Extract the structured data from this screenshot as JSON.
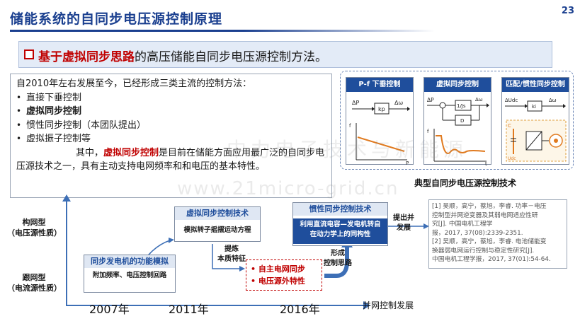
{
  "header": {
    "title": "储能系统的自同步电压源控制原理",
    "page_number": "23"
  },
  "banner": {
    "highlight": "基于虚拟同步思路",
    "rest": "的高压储能自同步电压源控制方法。"
  },
  "text_block": {
    "intro": "自2010年左右发展至今，已经形成三类主流的控制方法：",
    "bullets": [
      {
        "text": "直接下垂控制",
        "bold": false
      },
      {
        "text": "虚拟同步控制",
        "bold": true
      },
      {
        "text": "惯性同步控制（本团队提出）",
        "bold": false
      },
      {
        "text": "虚拟振子控制等",
        "bold": false
      }
    ],
    "para_prefix": "其中，",
    "para_highlight": "虚拟同步控制",
    "para_rest": "是目前在储能方面应用最广泛的自同步电压源技术之一，具有主动支持电网频率和和电压的基本特性。"
  },
  "diagrams": {
    "panels": [
      {
        "title": "P-f 下垂控制",
        "labels": {
          "in": "ΔP",
          "block": "kp",
          "out": "Δω",
          "y": "f",
          "x": "P"
        }
      },
      {
        "title": "虚拟同步控制",
        "labels": {
          "in": "ΔP",
          "block1": "1/Js",
          "block2": "D",
          "out": "Δω",
          "y": "f",
          "x": "t"
        }
      },
      {
        "title": "匹配/惯性同步控制",
        "labels": {
          "in": "ΔUdc",
          "block": "ki",
          "out": "Δω",
          "c": "C",
          "udc": "Udc"
        }
      }
    ],
    "caption": "典型自同步电压源控制技术"
  },
  "watermark": {
    "line1": "中力电子技术与新能源",
    "line2": "www.21micro-grid.cn"
  },
  "timeline": {
    "y_labels": [
      {
        "line1": "构网型",
        "line2": "（电压源性质）"
      },
      {
        "line1": "跟网型",
        "line2": "（电流源性质）"
      }
    ],
    "years": [
      "2007年",
      "2011年",
      "2016年"
    ],
    "x_axis_label": "并网控制发展",
    "box1": {
      "title": "同步发电机的功能模拟",
      "body": "附加频率、电压控制回路"
    },
    "box2": {
      "title": "虚拟同步控制技术",
      "body": "模拟转子摇摆运动方程"
    },
    "box3": {
      "title": "惯性同步控制技术",
      "body": "利用直流电容—发电机转自在动力学上的同构性"
    },
    "label_extract": {
      "line1": "提炼",
      "line2": "本质特征"
    },
    "label_form": {
      "line1": "形成",
      "line2": "控制思路"
    },
    "label_propose": {
      "line1": "提出并",
      "line2": "发展"
    },
    "red_items": [
      "• 自主电网同步",
      "• 电压源外特性"
    ]
  },
  "references": {
    "lines": [
      "[1] 吴顺，高宁，蔡旭，李睿. 功率－电压",
      "控制型并网逆变器及其弱电网适应性研",
      "究[J]. 中国电机工程学",
      "报，2017, 37(08):2339-2351.",
      "[2] 吴顺，高宁，蔡旭，李睿. 电池储能变",
      "换器弱电网运行控制与稳定性研究[J].",
      "中国电机工程学报，2017, 37(01):54-64."
    ]
  },
  "colors": {
    "title_blue": "#1a3f8f",
    "panel_blue": "#1f4e9c",
    "accent_red": "#c00000",
    "curve_orange": "#e07a1f"
  }
}
